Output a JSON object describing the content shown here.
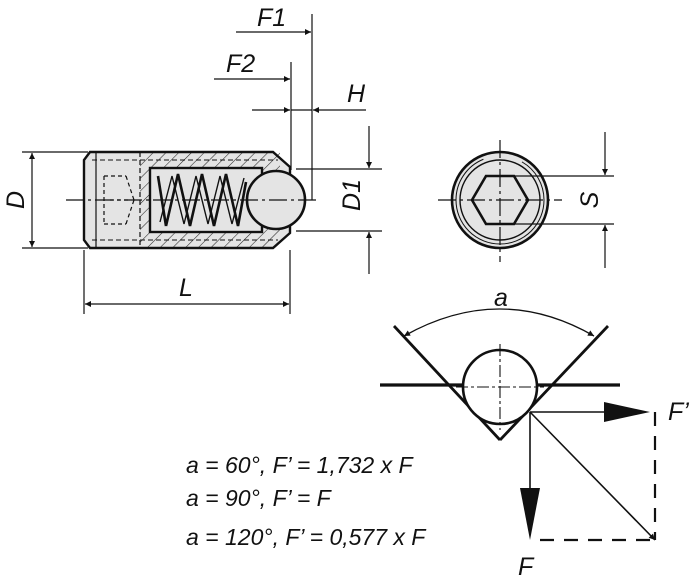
{
  "labels": {
    "F1": "F1",
    "F2": "F2",
    "H": "H",
    "D": "D",
    "D1": "D1",
    "L": "L",
    "S": "S",
    "alpha": "a",
    "F_prime": "F’",
    "F": "F"
  },
  "formulas": [
    "a = 60°, F’ = 1,732 x F",
    "a = 90°, F’ = F",
    "a = 120°, F’ = 0,577 x F"
  ],
  "colors": {
    "line": "#111111",
    "body_fill": "#e4e4e4",
    "hatch": "#111111",
    "background": "#ffffff"
  }
}
